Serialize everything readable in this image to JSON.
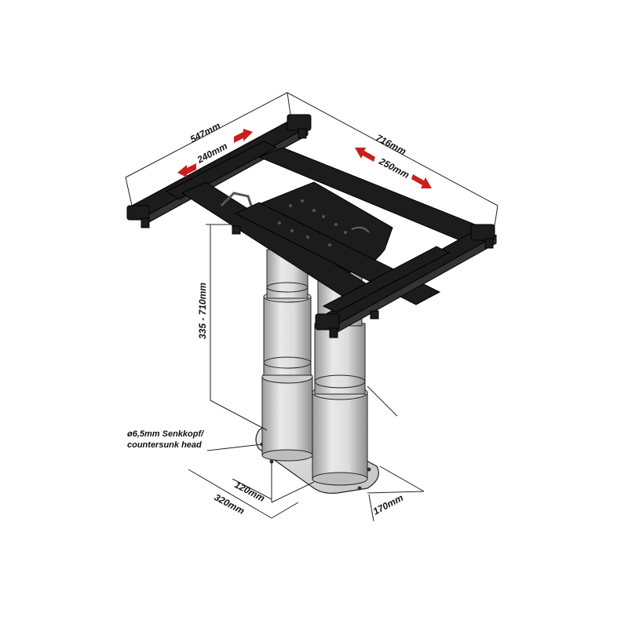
{
  "labels": {
    "width_547": "547mm",
    "travel_240": "240mm",
    "length_716": "716mm",
    "travel_250": "250mm",
    "height_range": "335 - 710mm",
    "screw_line1": "ø6,5mm Senkkopf/",
    "screw_line2": "countersunk head",
    "base_120": "120mm",
    "base_320": "320mm",
    "base_170": "170mm"
  },
  "colors": {
    "arrow": "#c81e1e",
    "frame": "#1c1c1c",
    "column_light": "#e6e6e6",
    "column_dark": "#a9a9a9"
  }
}
